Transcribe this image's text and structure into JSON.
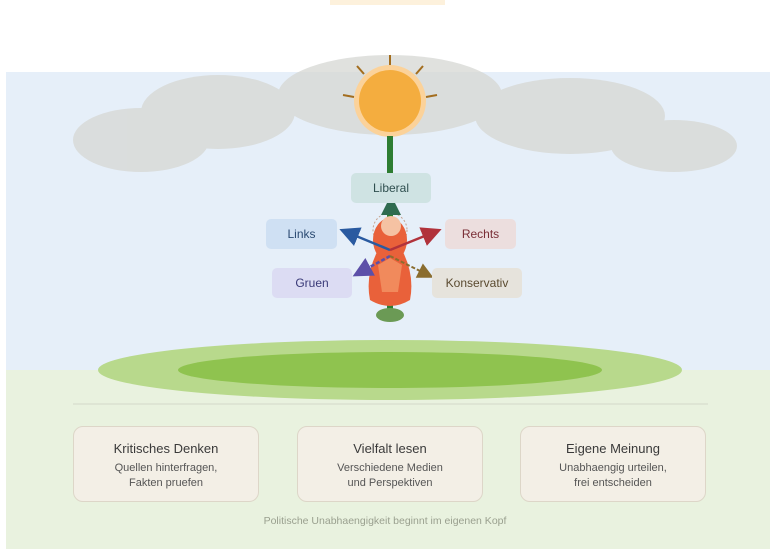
{
  "diagram": {
    "labels": {
      "liberal": "Liberal",
      "links": "Links",
      "rechts": "Rechts",
      "gruen": "Gruen",
      "konservativ": "Konservativ"
    }
  },
  "cards": [
    {
      "title": "Kritisches Denken",
      "text": "Quellen hinterfragen,\nFakten pruefen"
    },
    {
      "title": "Vielfalt lesen",
      "text": "Verschiedene Medien\nund Perspektiven"
    },
    {
      "title": "Eigene Meinung",
      "text": "Unabhaengig urteilen,\nfrei entscheiden"
    }
  ],
  "footer": "Politische Unabhaengigkeit beginnt im eigenen Kopf",
  "colors": {
    "sky": "#e6eff9",
    "ground": "#e9f2df",
    "sun": "#f4ad3f",
    "figure": "#e9613a",
    "links_arrow": "#2a5aa0",
    "rechts_arrow": "#b1323b",
    "gruen_arrow": "#5c4fa8",
    "konservativ_arrow": "#8a6d2f",
    "liberal_arrow": "#2f6b4f"
  }
}
